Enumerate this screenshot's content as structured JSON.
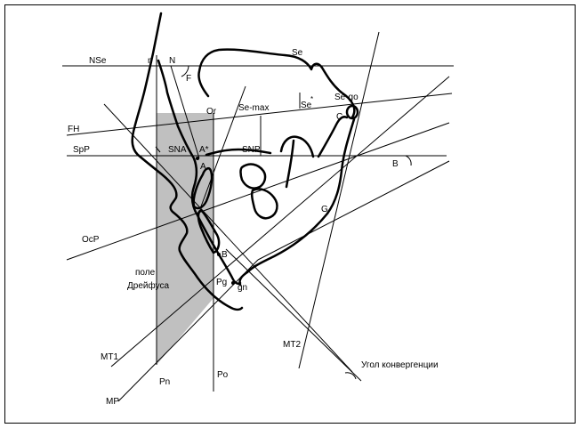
{
  "labels": {
    "nse": "NSe",
    "n_soft": "n",
    "n_bone": "N",
    "se": "Se",
    "f": "F",
    "or": "Or",
    "se_max": "Se-max",
    "se_star": "Se",
    "se_star_mark": "*",
    "se_go": "Se-go",
    "c": "C",
    "fh": "FH",
    "spp": "SpP",
    "sna": "SNA",
    "a_star": "A*",
    "snp": "SNP",
    "a": "A",
    "b_angle": "B",
    "g": "G",
    "ocp": "OcP",
    "b_point": "B",
    "field_line1": "поле",
    "field_line2": "Дрейфуса",
    "pg": "Pg",
    "gn": "gn",
    "mt2": "MT2",
    "mt1": "MT1",
    "convergence": "Угол конвергенции",
    "mp": "MP",
    "pn": "Pn",
    "po": "Po"
  },
  "colors": {
    "field": "#c0c0c0",
    "ink": "#000000"
  }
}
